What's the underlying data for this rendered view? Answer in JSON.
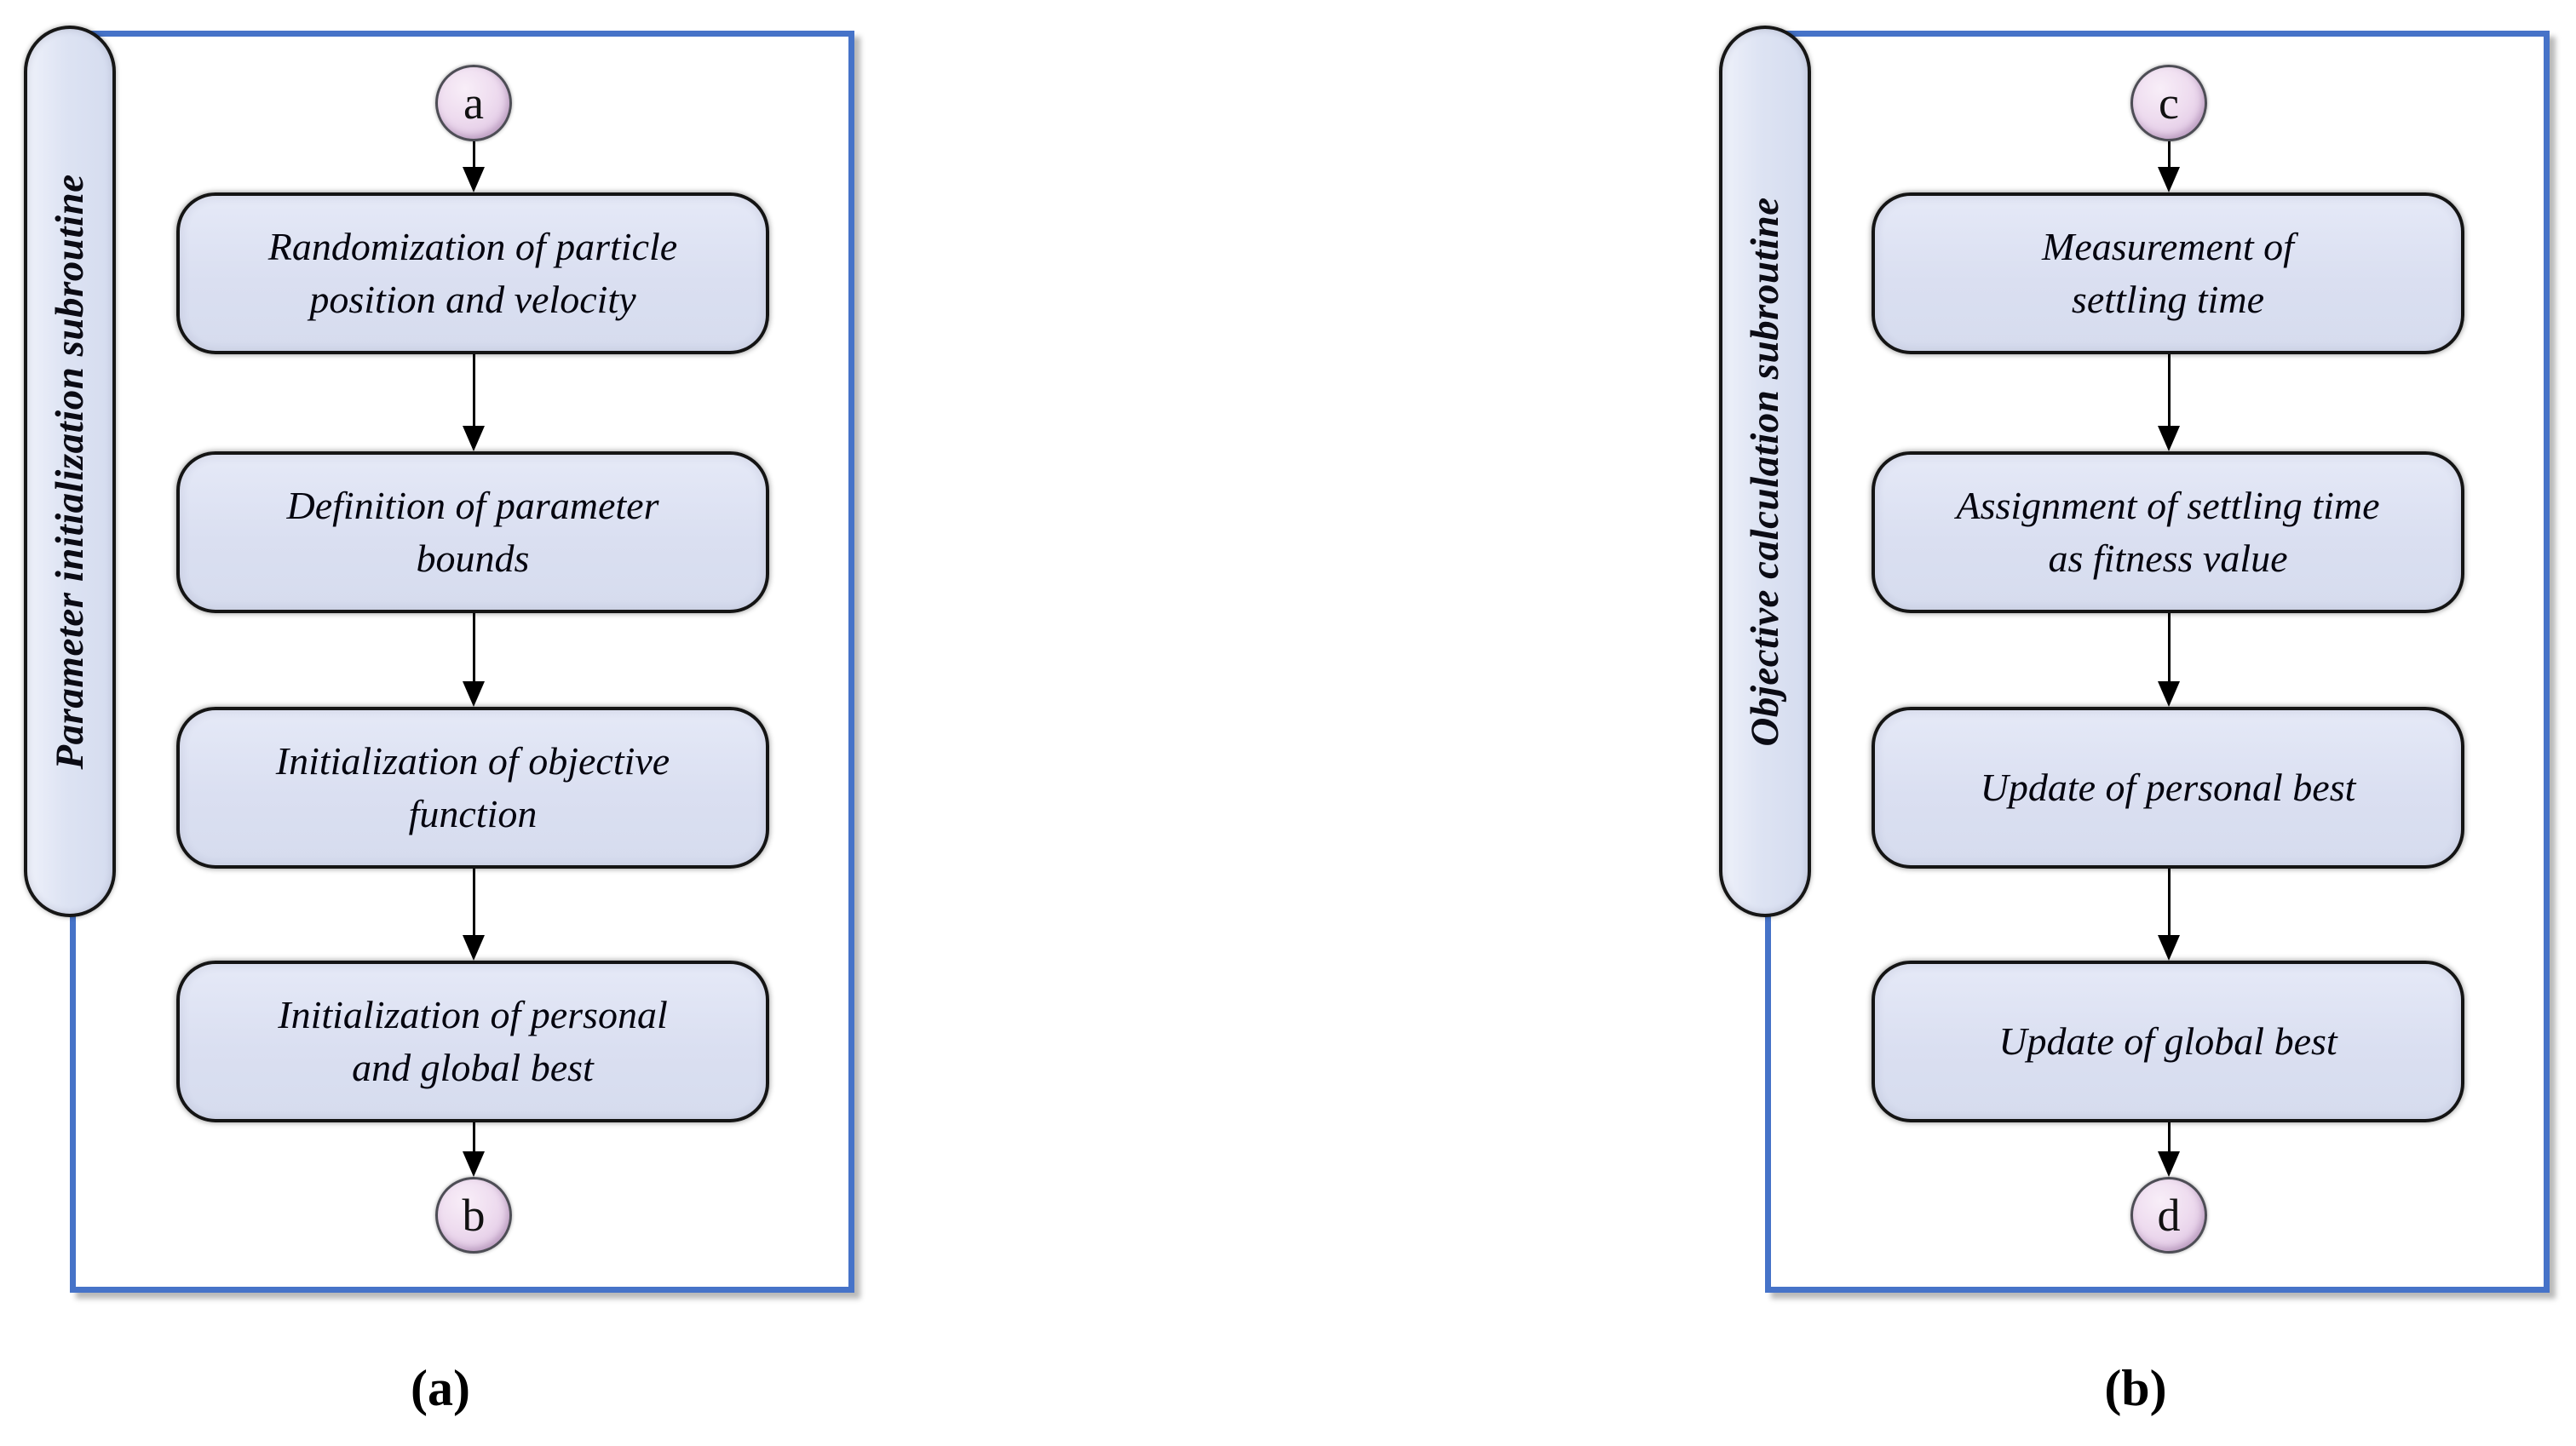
{
  "figure_type": "flowchart",
  "colors": {
    "frame_border": "#4673c8",
    "box_fill": "#dadff1",
    "box_border": "#141414",
    "capsule_fill": "#dde3f3",
    "connector_fill": "#eedcef",
    "text": "#05050f"
  },
  "panels": [
    {
      "id": "a",
      "side_label": "Parameter initialization subroutine",
      "start_connector": "a",
      "end_connector": "b",
      "caption": "(a)",
      "steps": [
        {
          "lines": [
            "Randomization of particle",
            "position and velocity"
          ]
        },
        {
          "lines": [
            "Definition of parameter",
            "bounds"
          ]
        },
        {
          "lines": [
            "Initialization of objective",
            "function"
          ]
        },
        {
          "lines": [
            "Initialization of personal",
            "and global best"
          ]
        }
      ]
    },
    {
      "id": "b",
      "side_label": "Objective calculation subroutine",
      "start_connector": "c",
      "end_connector": "d",
      "caption": "(b)",
      "steps": [
        {
          "lines": [
            "Measurement of",
            "settling time"
          ]
        },
        {
          "lines": [
            "Assignment of settling time",
            "as fitness value"
          ]
        },
        {
          "lines": [
            "Update of personal best"
          ]
        },
        {
          "lines": [
            "Update of global best"
          ]
        }
      ]
    }
  ]
}
